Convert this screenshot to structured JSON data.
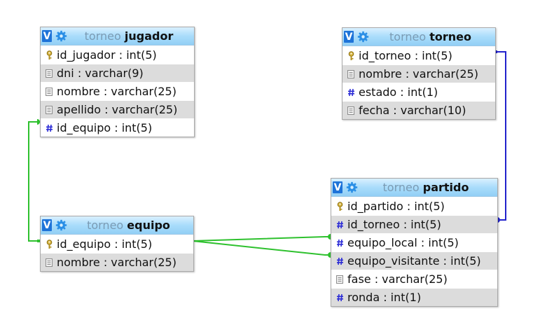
{
  "tables": [
    {
      "id": "jugador",
      "db": "torneo",
      "name": "jugador",
      "columns": [
        {
          "label": "id_jugador : int(5)",
          "icon": "key-icon"
        },
        {
          "label": "dni : varchar(9)",
          "icon": "text-field-icon"
        },
        {
          "label": "nombre : varchar(25)",
          "icon": "text-field-icon"
        },
        {
          "label": "apellido : varchar(25)",
          "icon": "text-field-icon"
        },
        {
          "label": "id_equipo : int(5)",
          "icon": "numeric-field-icon"
        }
      ]
    },
    {
      "id": "torneo",
      "db": "torneo",
      "name": "torneo",
      "columns": [
        {
          "label": "id_torneo : int(5)",
          "icon": "key-icon"
        },
        {
          "label": "nombre : varchar(25)",
          "icon": "text-field-icon"
        },
        {
          "label": "estado : int(1)",
          "icon": "numeric-field-icon"
        },
        {
          "label": "fecha : varchar(10)",
          "icon": "text-field-icon"
        }
      ]
    },
    {
      "id": "partido",
      "db": "torneo",
      "name": "partido",
      "columns": [
        {
          "label": "id_partido : int(5)",
          "icon": "key-icon"
        },
        {
          "label": "id_torneo : int(5)",
          "icon": "numeric-field-icon"
        },
        {
          "label": "equipo_local : int(5)",
          "icon": "numeric-field-icon"
        },
        {
          "label": "equipo_visitante : int(5)",
          "icon": "numeric-field-icon"
        },
        {
          "label": "fase : varchar(25)",
          "icon": "text-field-icon"
        },
        {
          "label": "ronda : int(1)",
          "icon": "numeric-field-icon"
        }
      ]
    },
    {
      "id": "equipo",
      "db": "torneo",
      "name": "equipo",
      "columns": [
        {
          "label": "id_equipo : int(5)",
          "icon": "key-icon"
        },
        {
          "label": "nombre : varchar(25)",
          "icon": "text-field-icon"
        }
      ]
    }
  ],
  "header_buttons": {
    "toggle": "V"
  },
  "colors": {
    "relation_green": "#2ec12e",
    "relation_blue": "#2222cc",
    "header_blue": "#a9dcfb"
  }
}
